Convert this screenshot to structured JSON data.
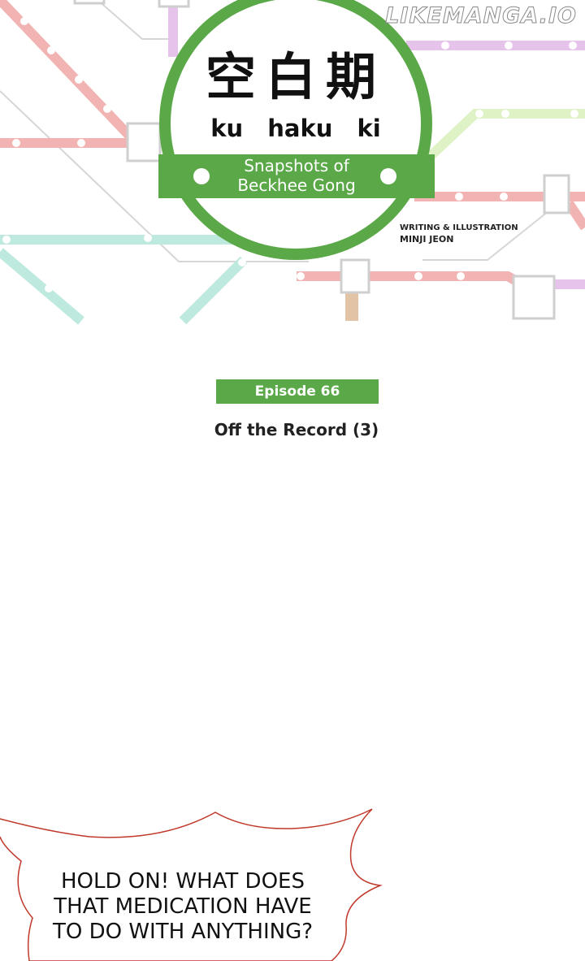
{
  "watermark": "LIKEMANGA.IO",
  "sign": {
    "kanji": "空白期",
    "romaji": "ku haku ki",
    "subtitle_line1": "Snapshots of",
    "subtitle_line2": "Beckhee Gong",
    "accent_color": "#5aa848"
  },
  "credits": {
    "role": "WRITING & ILLUSTRATION",
    "name": "MINJI JEON"
  },
  "episode": {
    "badge": "Episode 66",
    "title": "Off the Record (3)"
  },
  "speech_bubble": {
    "text": "HOLD ON! WHAT DOES THAT MEDICATION HAVE TO DO WITH ANYTHING?",
    "border_color": "#c0392b"
  },
  "line_colors": {
    "red": "#f2b3b3",
    "mint": "#bde9de",
    "lime": "#dff2c6",
    "violet": "#e5c3ea",
    "gray": "#d2d2d2",
    "tan": "#e3c3a6"
  }
}
